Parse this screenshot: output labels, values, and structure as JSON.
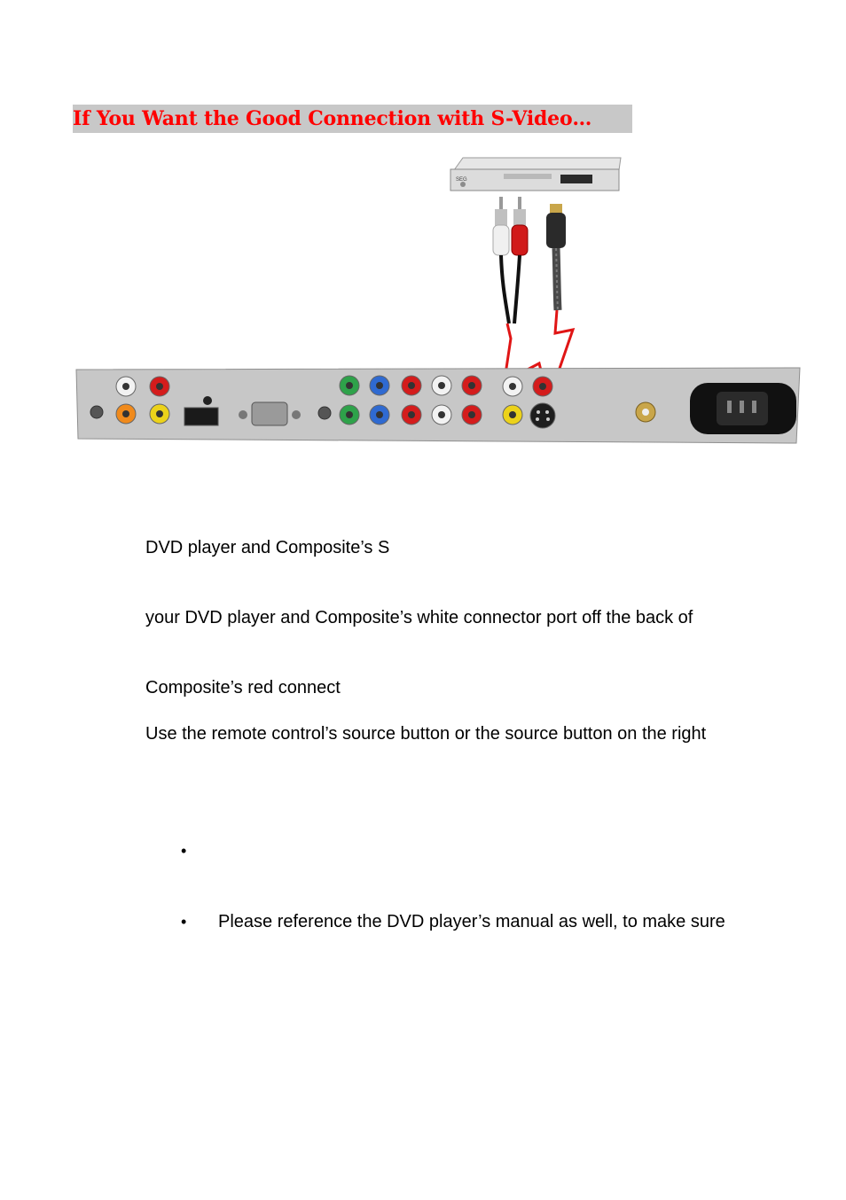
{
  "heading": "If You Want the Good Connection with S-Video…",
  "figure": {
    "dvd_logo": "SEG"
  },
  "body_lines": [
    "DVD player and Composite’s S",
    "your DVD player and Composite’s white connector port off the back of",
    "Composite’s red connect",
    "Use the remote control’s source button or the source button on the right"
  ],
  "bullets": [
    {
      "text": ""
    },
    {
      "text": "Please reference the DVD player’s manual as well, to make sure"
    }
  ]
}
